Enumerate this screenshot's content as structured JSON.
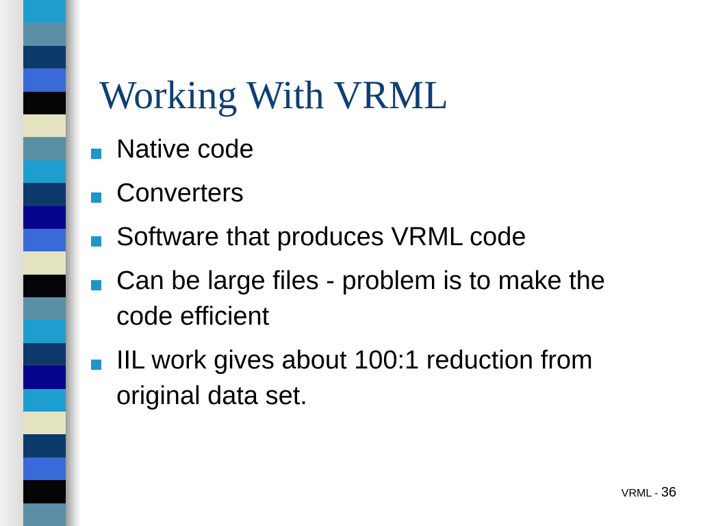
{
  "slide": {
    "title": "Working With VRML",
    "bullets": [
      {
        "text": "Native code"
      },
      {
        "text": "Converters"
      },
      {
        "text": "Software that produces VRML code"
      },
      {
        "text": "Can be large files - problem is to make the code efficient"
      },
      {
        "text": "IIL work gives about 100:1 reduction from original data set."
      }
    ],
    "footer": {
      "label": "VRML - ",
      "page_number": "36"
    }
  },
  "colors": {
    "title": "#0f3f73",
    "bullet_marker": "#1e96c8",
    "bar_palette": [
      "#1e9ecf",
      "#5a8fa6",
      "#0d3a6b",
      "#3a6ad8",
      "#050505",
      "#e4e4c0",
      "#04048c"
    ]
  },
  "decorative_bar": [
    {
      "color": "#1e9ecf"
    },
    {
      "color": "#5a8fa6"
    },
    {
      "color": "#0d3a6b"
    },
    {
      "color": "#3a6ad8"
    },
    {
      "color": "#050505"
    },
    {
      "color": "#e4e4c0"
    },
    {
      "color": "#5a8fa6"
    },
    {
      "color": "#1e9ecf"
    },
    {
      "color": "#0d3a6b"
    },
    {
      "color": "#04048c"
    },
    {
      "color": "#3a6ad8"
    },
    {
      "color": "#e4e4c0"
    },
    {
      "color": "#050505"
    },
    {
      "color": "#5a8fa6"
    },
    {
      "color": "#1e9ecf"
    },
    {
      "color": "#0d3a6b"
    },
    {
      "color": "#04048c"
    },
    {
      "color": "#1e9ecf"
    },
    {
      "color": "#e4e4c0"
    },
    {
      "color": "#0d3a6b"
    },
    {
      "color": "#3a6ad8"
    },
    {
      "color": "#050505"
    },
    {
      "color": "#5a8fa6"
    }
  ]
}
